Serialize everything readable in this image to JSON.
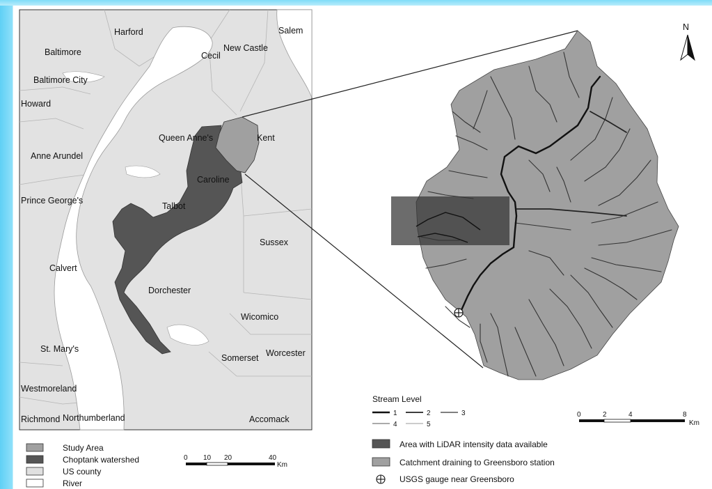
{
  "north_arrow": {
    "label": "N"
  },
  "counties": [
    "Harford",
    "Salem",
    "Baltimore",
    "Cecil",
    "New Castle",
    "Baltimore City",
    "Howard",
    "Queen Anne's",
    "Kent",
    "Anne Arundel",
    "Caroline",
    "Prince George's",
    "Talbot",
    "Sussex",
    "Calvert",
    "Dorchester",
    "Wicomico",
    "St. Mary's",
    "Somerset",
    "Worcester",
    "Westmoreland",
    "Richmond",
    "Northumberland",
    "Accomack"
  ],
  "left_legend": {
    "items": [
      {
        "label": "Study Area",
        "color": "#a0a0a0"
      },
      {
        "label": "Choptank watershed",
        "color": "#555555"
      },
      {
        "label": "US county",
        "color": "#e0e0e0"
      },
      {
        "label": "River",
        "color": "#ffffff"
      }
    ]
  },
  "left_scale": {
    "ticks": [
      "0",
      "10",
      "20",
      "40"
    ],
    "unit": "Km"
  },
  "right_scale": {
    "ticks": [
      "0",
      "2",
      "4",
      "8"
    ],
    "unit": "Km"
  },
  "stream_legend": {
    "title": "Stream Level",
    "levels": [
      "1",
      "2",
      "3",
      "4",
      "5"
    ]
  },
  "right_legend": {
    "items": [
      {
        "label": "Area with LiDAR intensity data available",
        "color": "#555555"
      },
      {
        "label": "Catchment draining to Greensboro station",
        "color": "#a0a0a0"
      },
      {
        "label": "USGS gauge near Greensboro",
        "color": "#ffffff"
      }
    ]
  }
}
